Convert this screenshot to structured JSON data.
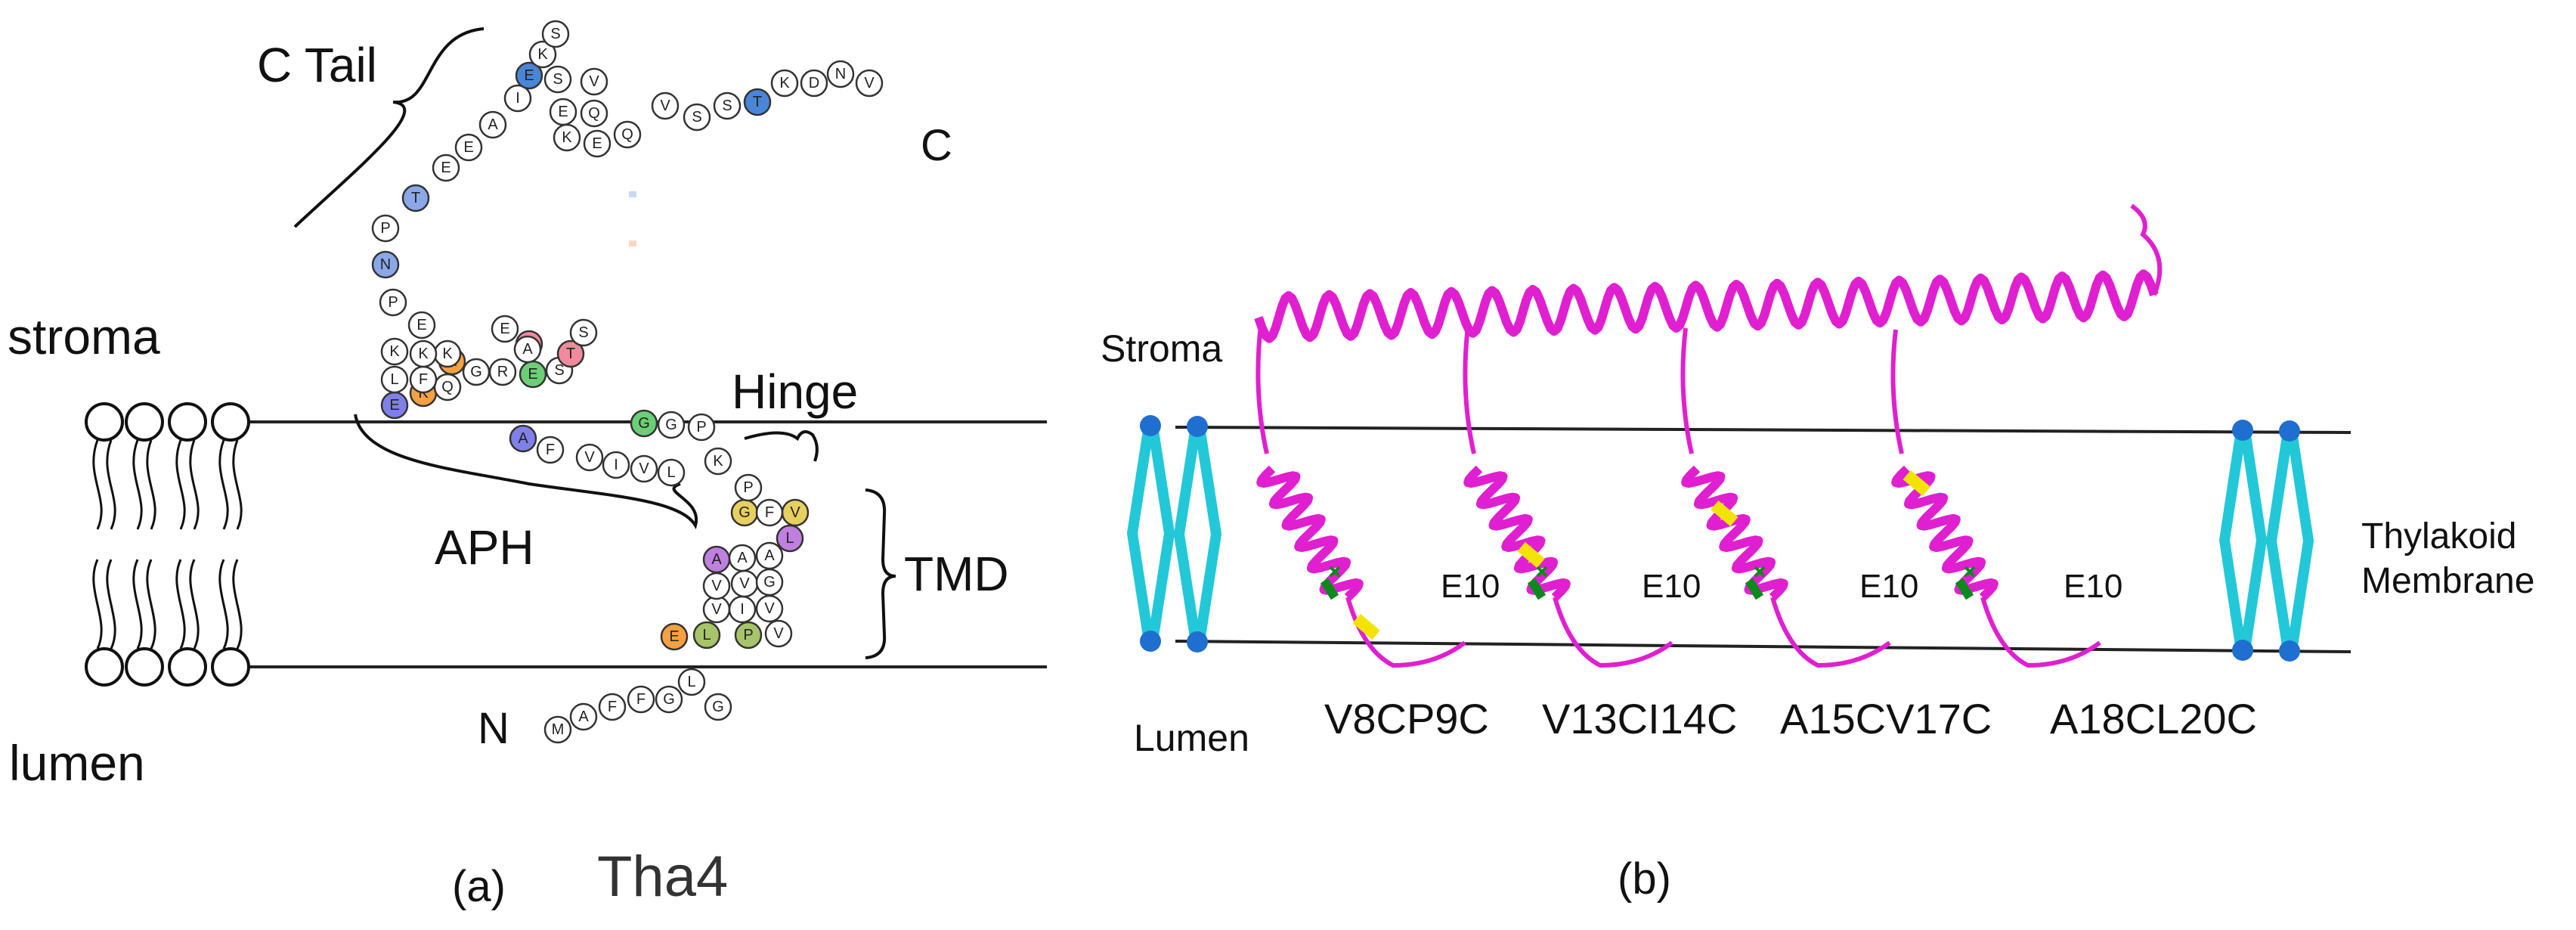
{
  "panel_a": {
    "caption": "(a)",
    "protein_name": "Tha4",
    "labels": {
      "stroma": "stroma",
      "lumen": "lumen",
      "c_tail": "C Tail",
      "hinge": "Hinge",
      "aph": "APH",
      "tmd": "TMD",
      "n_term": "N",
      "c_term": "C"
    },
    "residues": [
      "M",
      "A",
      "F",
      "F",
      "G",
      "L",
      "G",
      "E",
      "L",
      "P",
      "V",
      "V",
      "I",
      "V",
      "V",
      "V",
      "G",
      "A",
      "A",
      "A",
      "L",
      "G",
      "F",
      "V",
      "P",
      "K",
      "P",
      "G",
      "G",
      "L",
      "V",
      "I",
      "V",
      "F",
      "A",
      "E",
      "K",
      "Q",
      "K",
      "G",
      "R",
      "E",
      "S",
      "Q",
      "T",
      "S",
      "A",
      "E",
      "K",
      "F",
      "L",
      "K",
      "K",
      "E",
      "P",
      "N",
      "P",
      "T",
      "E",
      "E",
      "A",
      "I",
      "E",
      "K",
      "S",
      "S",
      "E",
      "V",
      "Q",
      "K",
      "E",
      "Q",
      "V",
      "S",
      "S",
      "T",
      "K",
      "D",
      "N",
      "V"
    ],
    "colors": {
      "blue": "#4a86d8",
      "lavender": "#8080e8",
      "orange": "#f5a043",
      "pink": "#f08a9c",
      "green": "#6ccf78",
      "olive": "#a8c46a",
      "yellow": "#e8d060",
      "purple": "#c080e0",
      "salmon": "#f0a8a0"
    }
  },
  "panel_b": {
    "caption": "(b)",
    "labels": {
      "stroma": "Stroma",
      "lumen": "Lumen",
      "membrane_line1": "Thylakoid",
      "membrane_line2": "Membrane"
    },
    "mutants": [
      "V8CP9C",
      "V13CI14C",
      "A15CV17C",
      "A18CL20C"
    ],
    "marker": "E10",
    "colors": {
      "helix": "#e020d0",
      "lipid": "#22c8d8",
      "lipid_head": "#1f6fd0",
      "mutation": "#f2e400",
      "e10": "#0a8a1a"
    }
  }
}
